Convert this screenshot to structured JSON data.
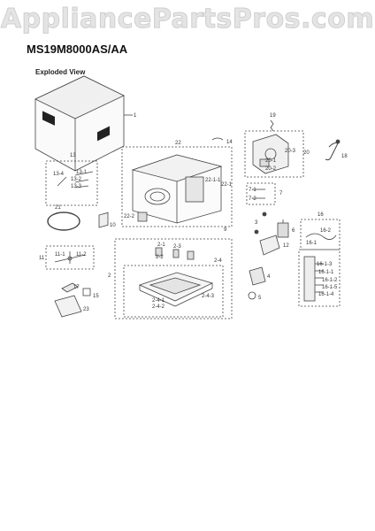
{
  "watermark": "AppliancePartsPros.com",
  "model": "MS19M8000AS/AA",
  "view_title": "Exploded View",
  "callouts": {
    "c1": "1",
    "c2": "2",
    "c3": "3",
    "c4": "4",
    "c5": "5",
    "c6": "6",
    "c7": "7",
    "c7_1": "7-1",
    "c7_2": "7-2",
    "c9": "9",
    "c10": "10",
    "c11": "11",
    "c11_1": "11-1",
    "c11_2": "11-2",
    "c12": "12",
    "c13": "13",
    "c13_1": "13-1",
    "c13_2": "13-2",
    "c13_3": "13-3",
    "c13_4": "13-4",
    "c14": "14",
    "c15": "15",
    "c16": "16",
    "c16_1": "16-1",
    "c16_2": "16-2",
    "c16_1_1": "16-1-1",
    "c16_1_2": "16-1-2",
    "c16_1_3": "16-1-3",
    "c16_1_4": "16-1-4",
    "c16_1_5": "16-1-5",
    "c17": "17",
    "c18": "18",
    "c19": "19",
    "c20": "20",
    "c21": "21",
    "c22": "22",
    "c22_1": "22-1",
    "c22_2": "22-2",
    "c23": "23",
    "c20_1": "20-1",
    "c20_2": "20-2",
    "c20_3": "20-3",
    "c2_1": "2-1",
    "c2_2": "2-2",
    "c2_3": "2-3",
    "c2_4": "2-4",
    "c2_4_1": "2-4-1",
    "c2_4_2": "2-4-2",
    "c2_4_3": "2-4-3",
    "c22_1_1": "22-1-1"
  }
}
